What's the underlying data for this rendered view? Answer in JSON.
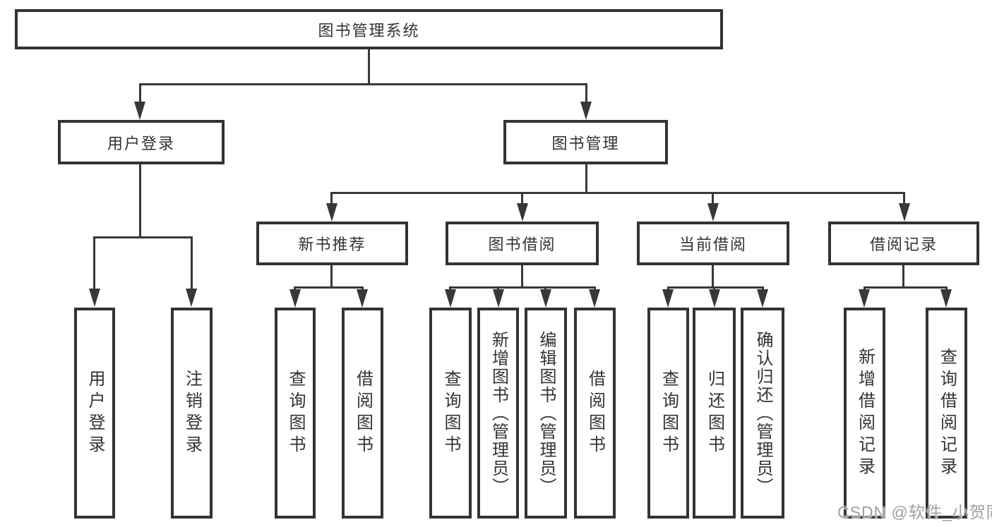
{
  "tree": {
    "root": {
      "label": "图书管理系统",
      "children": [
        {
          "label": "用户登录",
          "children": [
            {
              "label": "用户登录"
            },
            {
              "label": "注销登录"
            }
          ]
        },
        {
          "label": "图书管理",
          "children": [
            {
              "label": "新书推荐",
              "children": [
                {
                  "label": "查询图书"
                },
                {
                  "label": "借阅图书"
                }
              ]
            },
            {
              "label": "图书借阅",
              "children": [
                {
                  "label": "查询图书"
                },
                {
                  "label": "新增图书（管理员）"
                },
                {
                  "label": "编辑图书（管理员）"
                },
                {
                  "label": "借阅图书"
                }
              ]
            },
            {
              "label": "当前借阅",
              "children": [
                {
                  "label": "查询图书"
                },
                {
                  "label": "归还图书"
                },
                {
                  "label": "确认归还（管理员）"
                }
              ]
            },
            {
              "label": "借阅记录",
              "children": [
                {
                  "label": "新增借阅记录"
                },
                {
                  "label": "查询借阅记录"
                }
              ]
            }
          ]
        }
      ]
    }
  },
  "watermark": {
    "text": "CSDN @软件_小贺同学"
  },
  "colors": {
    "line": "#383838",
    "border": "#333333",
    "text": "#333333",
    "background": "#ffffff",
    "watermark": "#a89a9a"
  }
}
